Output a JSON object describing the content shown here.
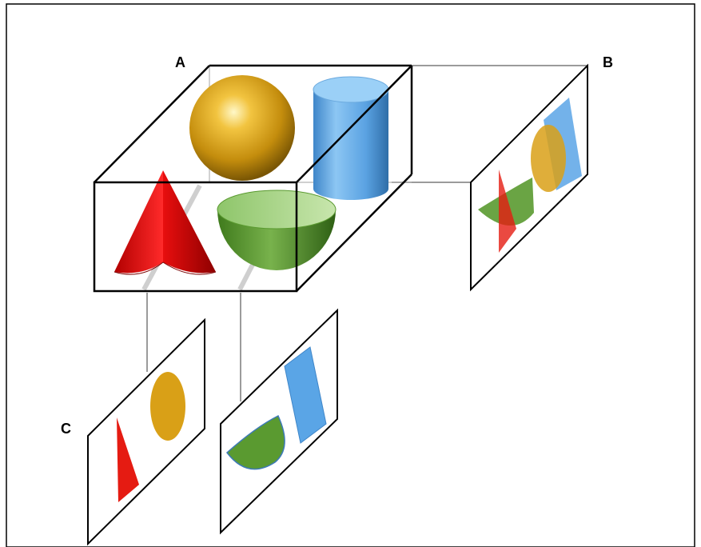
{
  "labels": {
    "a": "A",
    "b": "B",
    "c": "C"
  },
  "colors": {
    "sphere": "#d9a017",
    "cylinder": "#5aa5e6",
    "cone": "#e51b12",
    "hemisphere": "#5a9a30",
    "frame": "#000000",
    "projector": "#9b9b9b"
  },
  "objects": [
    "sphere",
    "cylinder",
    "cone",
    "hemisphere"
  ],
  "views": [
    "side-view",
    "top-view",
    "front-view"
  ]
}
